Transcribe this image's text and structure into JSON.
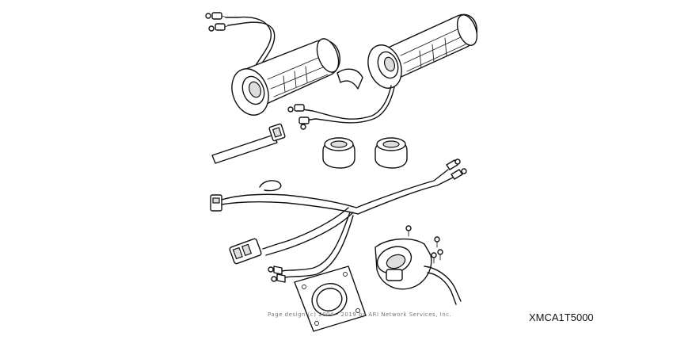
{
  "diagram": {
    "part_code": "XMCA1T5000",
    "copyright": "Page design (c) 2004 - 2019 by ARI Network Services, Inc.",
    "parts": [
      {
        "name": "left-heated-grip"
      },
      {
        "name": "right-heated-grip"
      },
      {
        "name": "grip-collar"
      },
      {
        "name": "cable-tie"
      },
      {
        "name": "spacer-left"
      },
      {
        "name": "spacer-right"
      },
      {
        "name": "wire-harness"
      },
      {
        "name": "switch"
      },
      {
        "name": "switch-bracket"
      },
      {
        "name": "screws"
      }
    ]
  }
}
